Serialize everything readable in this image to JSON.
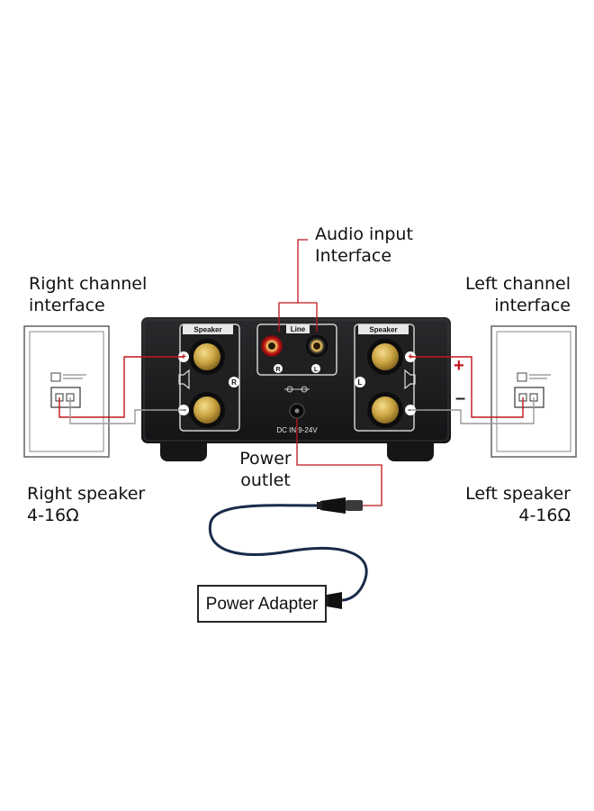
{
  "labels": {
    "audio_input": "Audio input\nInterface",
    "right_channel": "Right channel\ninterface",
    "left_channel": "Left channel\ninterface",
    "power_outlet": "Power\noutlet",
    "right_speaker": "Right speaker\n4-16Ω",
    "left_speaker": "Left speaker\n4-16Ω",
    "power_adapter": "Power Adapter"
  },
  "amplifier": {
    "speaker_left_tag": "Speaker",
    "speaker_right_tag": "Speaker",
    "line_tag": "Line",
    "rca_r": "R",
    "rca_l": "L",
    "side_r": "R",
    "side_l": "L",
    "dc_in": "DC IN 9-24V",
    "plus": "+",
    "minus": "−"
  },
  "wire_signs": {
    "plus": "+",
    "minus": "–"
  },
  "colors": {
    "wire_red": "#c0151c",
    "wire_gray": "#9a9a9a",
    "amp_body": "#1c1c1e",
    "gold": "#c9a240",
    "cable": "#1a2a4a"
  }
}
